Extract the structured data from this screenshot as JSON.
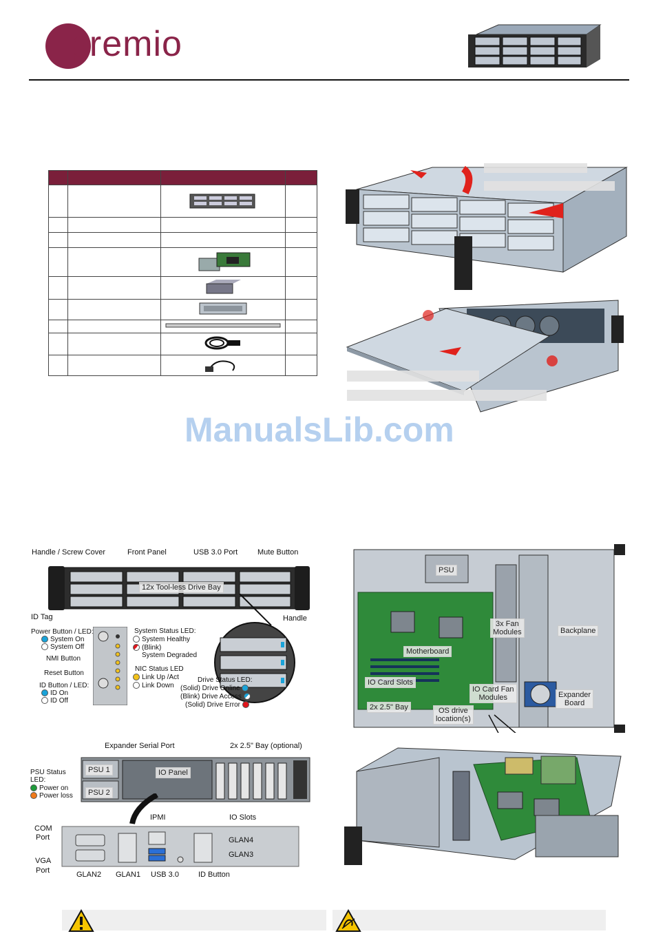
{
  "header": {
    "logo_text": "premio"
  },
  "watermark": "ManualsLib.com",
  "front_panel": {
    "handle_screw_cover": "Handle / Screw Cover",
    "front_panel": "Front Panel",
    "usb_port": "USB 3.0 Port",
    "mute_button": "Mute Button",
    "drive_bay": "12x Tool-less Drive Bay",
    "id_tag": "ID Tag",
    "handle": "Handle"
  },
  "control_panel": {
    "power_button": "Power Button / LED:",
    "system_on": "System On",
    "system_off": "System Off",
    "nmi_button": "NMI Button",
    "reset_button": "Reset Button",
    "id_button": "ID Button / LED:",
    "id_on": "ID On",
    "id_off": "ID Off",
    "system_status": "System Status LED:",
    "system_healthy": "System Healthy",
    "blink": "(Blink)",
    "system_degraded": "System Degraded",
    "nic_status": "NIC Status LED",
    "link_up": "Link Up /Act",
    "link_down": "Link Down"
  },
  "drive_status": {
    "title": "Drive Status LED:",
    "online": "(Solid) Drive Online",
    "access": "(Blink) Drive Access",
    "error": "(Solid) Drive Error"
  },
  "rear_panel": {
    "expander_serial": "Expander Serial Port",
    "bay_optional": "2x 2.5\" Bay (optional)",
    "psu_status": "PSU Status",
    "led": "LED:",
    "power_on": "Power on",
    "power_loss": "Power loss",
    "psu1": "PSU 1",
    "psu2": "PSU 2",
    "io_panel": "IO Panel",
    "io_slots": "IO Slots"
  },
  "io_detail": {
    "ipmi": "IPMI",
    "com_port_1": "COM",
    "com_port_2": "Port",
    "vga_port_1": "VGA",
    "vga_port_2": "Port",
    "glan4": "GLAN4",
    "glan3": "GLAN3",
    "glan2": "GLAN2",
    "glan1": "GLAN1",
    "usb": "USB 3.0",
    "id_button": "ID Button"
  },
  "internal": {
    "psu": "PSU",
    "fan_modules_1": "3x Fan",
    "fan_modules_2": "Modules",
    "backplane": "Backplane",
    "motherboard": "Motherboard",
    "io_card_slots": "IO Card Slots",
    "io_card_fan_1": "IO Card Fan",
    "io_card_fan_2": "Modules",
    "expander_1": "Expander",
    "expander_2": "Board",
    "bay_25": "2x 2.5\" Bay",
    "os_drive_1": "OS drive",
    "os_drive_2": "location(s)"
  },
  "colors": {
    "brand": "#8a2449",
    "table_header": "#7a1f3a",
    "led_blue": "#1aa3d9",
    "led_yellow": "#f2c21b",
    "led_red": "#e0161c",
    "led_green": "#1e9b3a",
    "led_orange": "#f07a1a"
  }
}
